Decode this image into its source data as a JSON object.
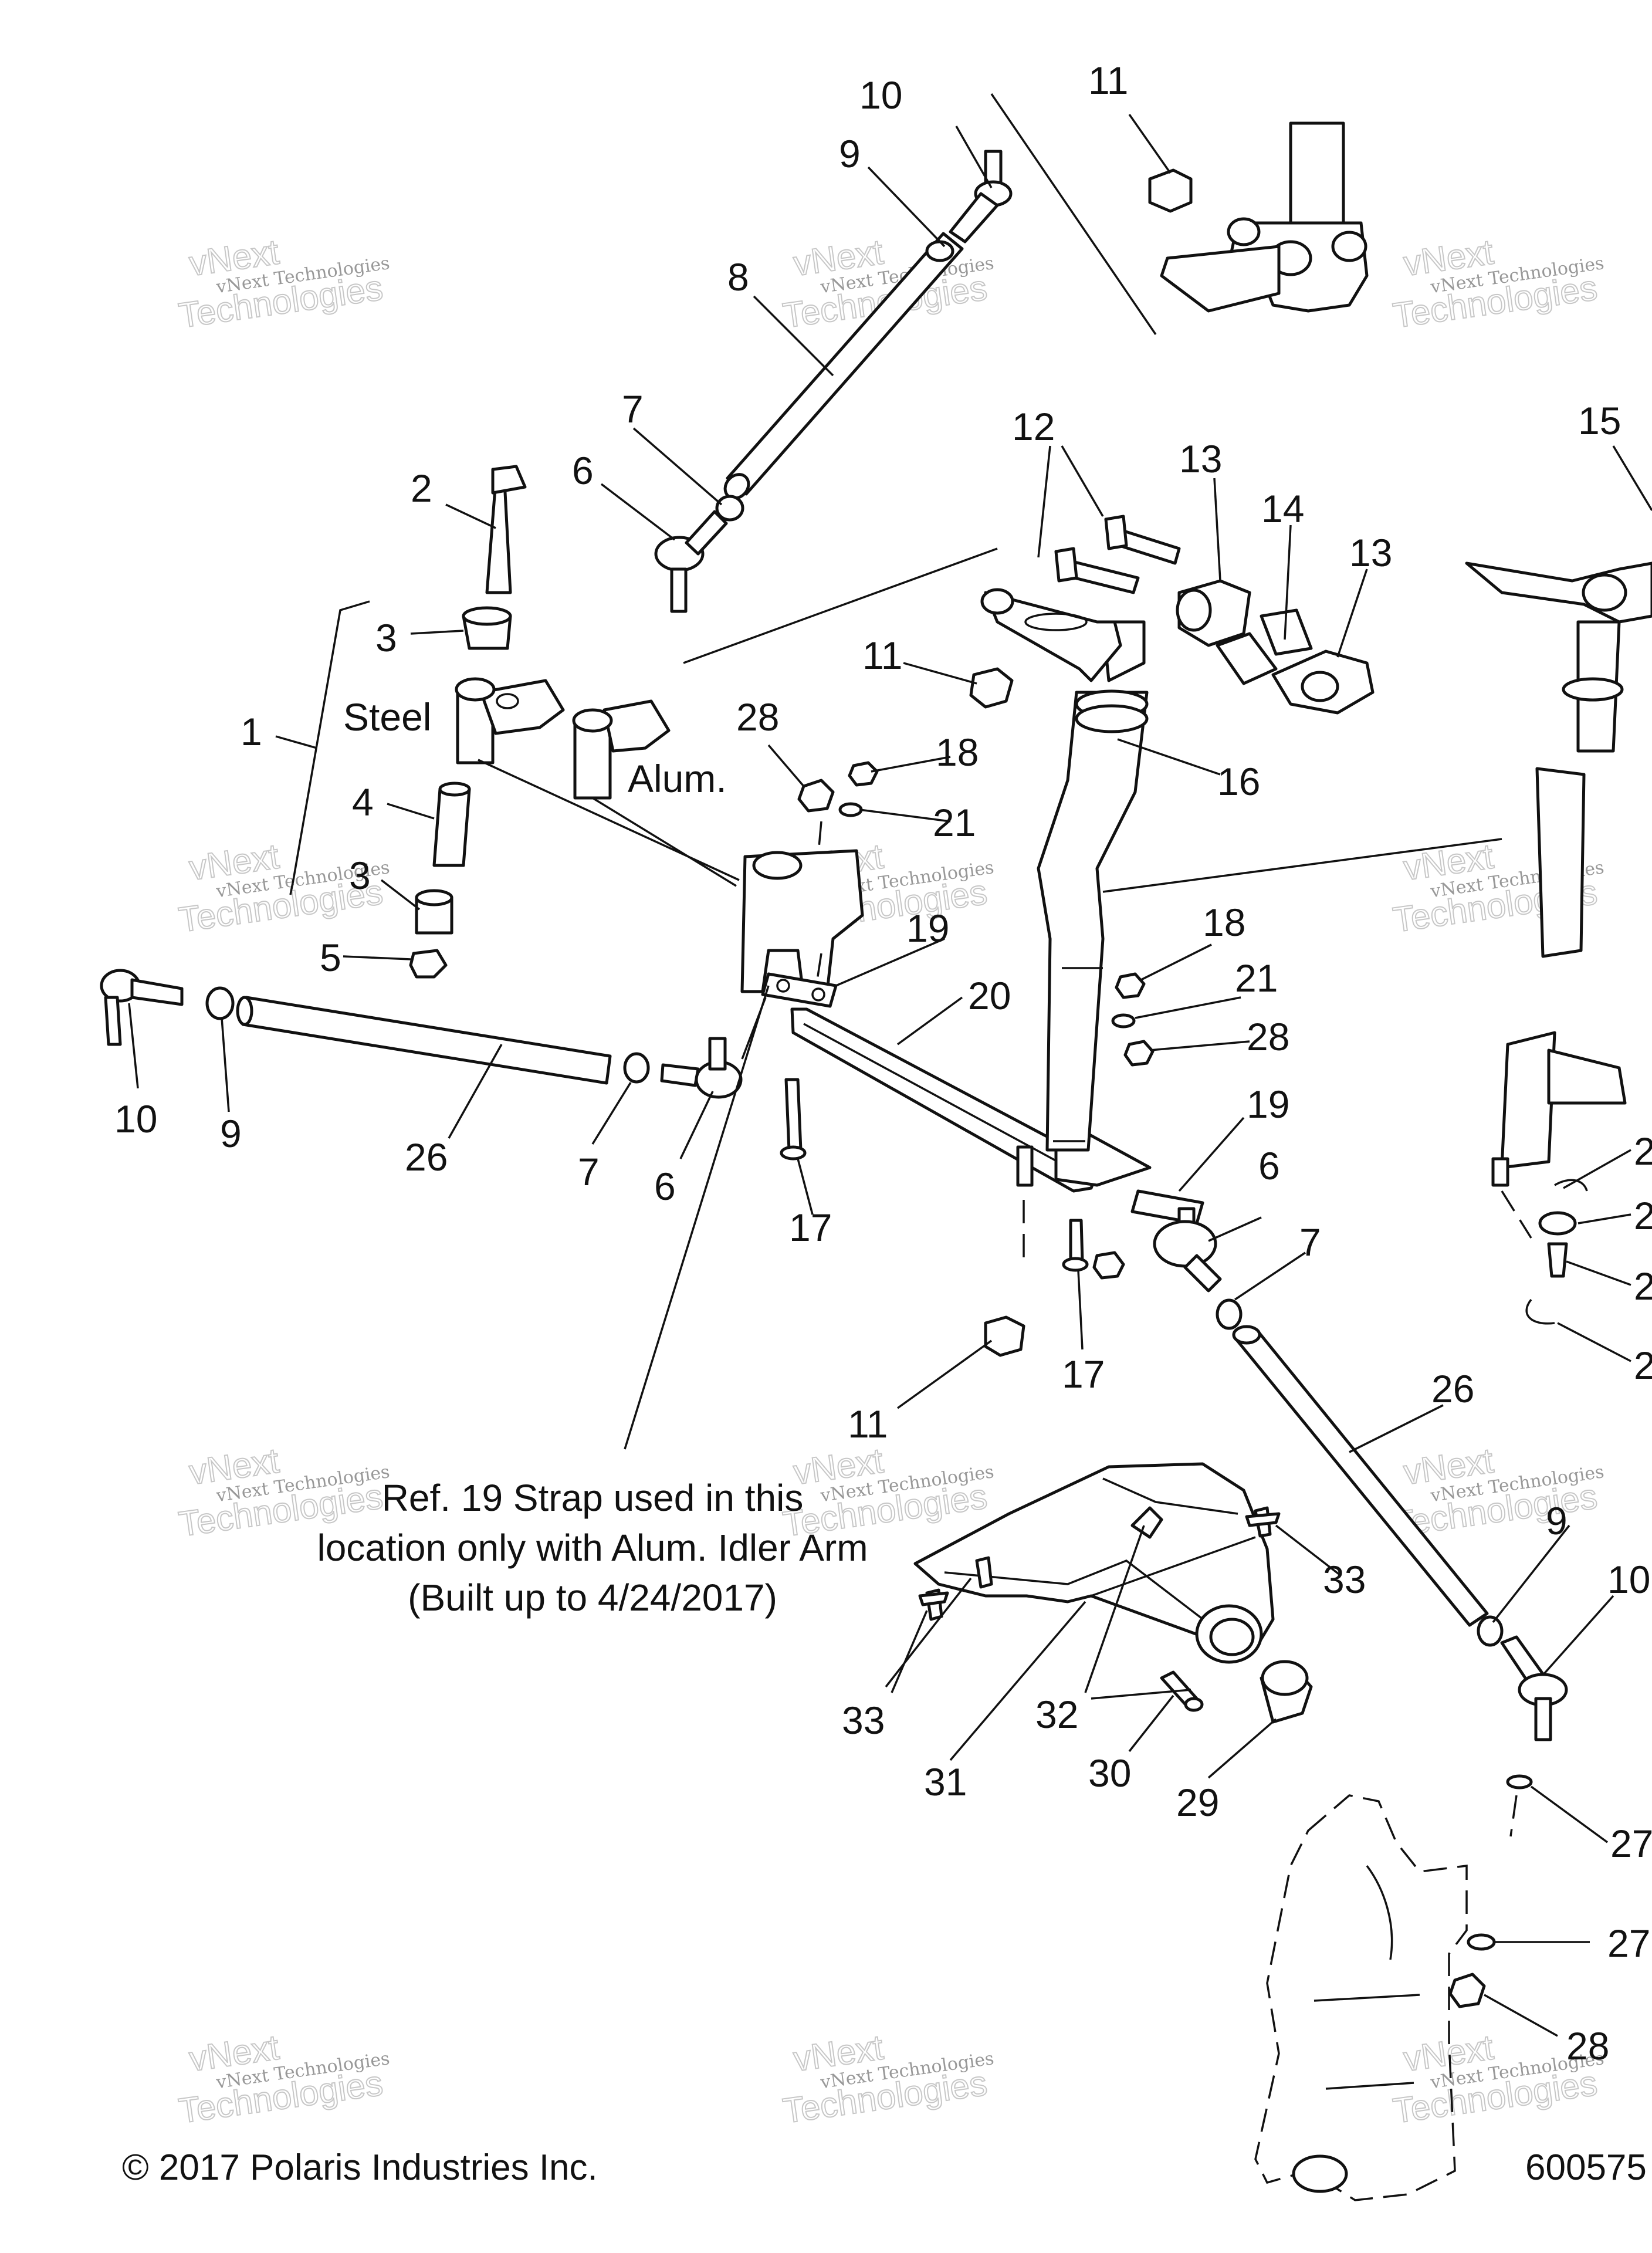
{
  "callouts": {
    "c10a": "10",
    "c9a": "9",
    "c11a": "11",
    "c8": "8",
    "c7a": "7",
    "c6a": "6",
    "c2": "2",
    "c3a": "3",
    "c12": "12",
    "c13a": "13",
    "c14": "14",
    "c13b": "13",
    "c15": "15",
    "c11b": "11",
    "c1": "1",
    "c28a": "28",
    "c18a": "18",
    "c16": "16",
    "c4": "4",
    "c21a": "21",
    "c3b": "3",
    "c19a": "19",
    "c5": "5",
    "c18b": "18",
    "c20": "20",
    "c21b": "21",
    "c28b": "28",
    "c10b": "10",
    "c9b": "9",
    "c26a": "26",
    "c7b": "7",
    "c6b": "6",
    "c17a": "17",
    "c19b": "19",
    "c6c": "6",
    "c7c": "7",
    "c11c": "11",
    "c17b": "17",
    "c26b": "26",
    "c9c": "9",
    "c33a": "33",
    "c10c": "10",
    "c33b": "33",
    "c32": "32",
    "c31": "31",
    "c30": "30",
    "c29": "29",
    "c27a": "27",
    "c27b": "27",
    "c28c": "28",
    "c2r1": "2",
    "c2r2": "2",
    "c2r3": "2",
    "c2r4": "2"
  },
  "labels": {
    "steel": "Steel",
    "alum": "Alum."
  },
  "note": {
    "line1": "Ref. 19 Strap used in this",
    "line2": "location only with Alum. Idler Arm",
    "line3": "(Built up to 4/24/2017)"
  },
  "footer": {
    "copyright": "© 2017 Polaris Industries Inc.",
    "drawing_number": "600575"
  },
  "watermark": {
    "line1": "vNext Technologies",
    "line2": "vNext",
    "line3": "Technologies"
  }
}
